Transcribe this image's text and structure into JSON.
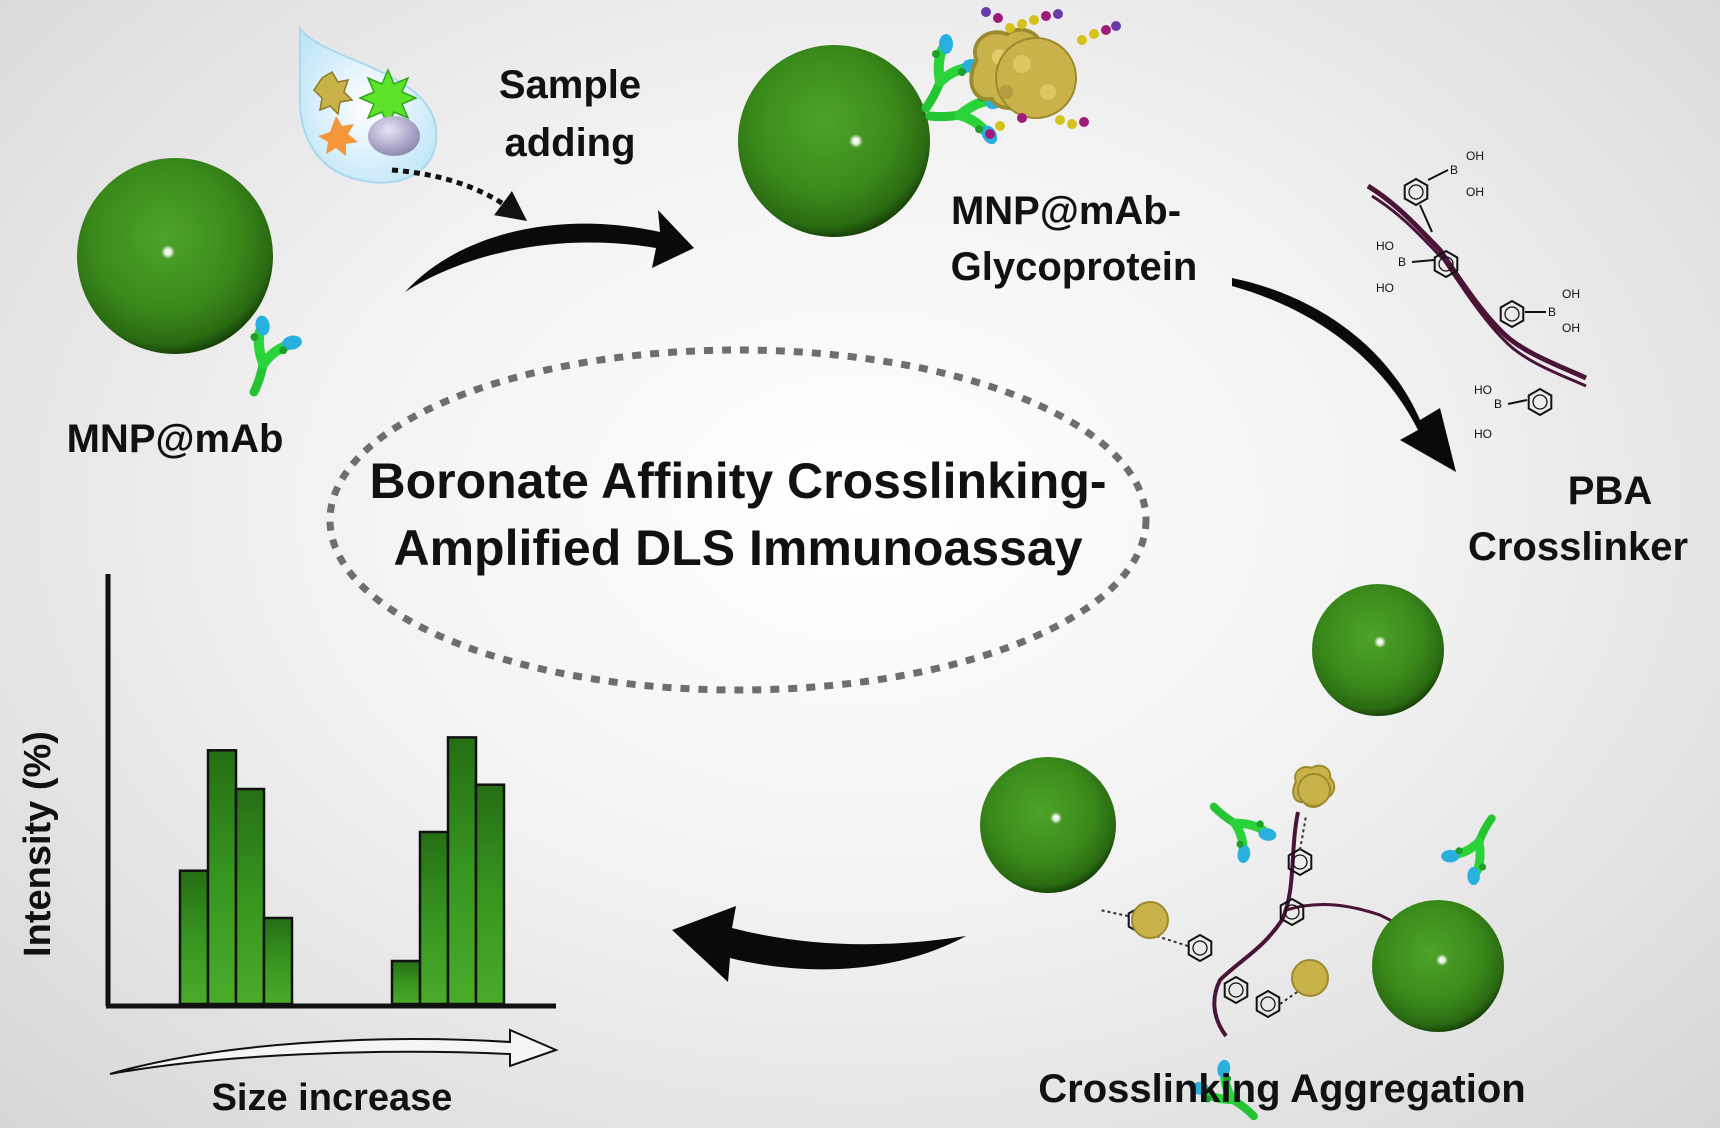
{
  "title": {
    "line1": "Boronate Affinity Crosslinking-",
    "line2": "Amplified DLS Immunoassay"
  },
  "labels": {
    "mnp_mab": "MNP@mAb",
    "sample_adding_1": "Sample",
    "sample_adding_2": "adding",
    "mnp_glyco_1": "MNP@mAb-",
    "mnp_glyco_2": "Glycoprotein",
    "pba_1": "PBA",
    "pba_2": "Crosslinker",
    "aggregation": "Crosslinking Aggregation",
    "y_axis": "Intensity (%)",
    "x_axis": "Size increase"
  },
  "chem": {
    "oh": "OH",
    "ho": "HO",
    "b": "B"
  },
  "colors": {
    "sphere": "#3f8e1e",
    "bar": "#2f8a1c",
    "antibody_green": "#2bd33a",
    "antibody_blue": "#2ab0de",
    "glycoprotein": "#c9b24a",
    "polymer": "#4a1438"
  },
  "chart_data": {
    "type": "bar",
    "ylabel": "Intensity (%)",
    "xlabel": "Size increase",
    "series": [
      {
        "values": [
          0.31,
          0.59,
          0.5,
          0.2
        ]
      },
      {
        "values": [
          0.1,
          0.4,
          0.62,
          0.51
        ]
      }
    ]
  }
}
